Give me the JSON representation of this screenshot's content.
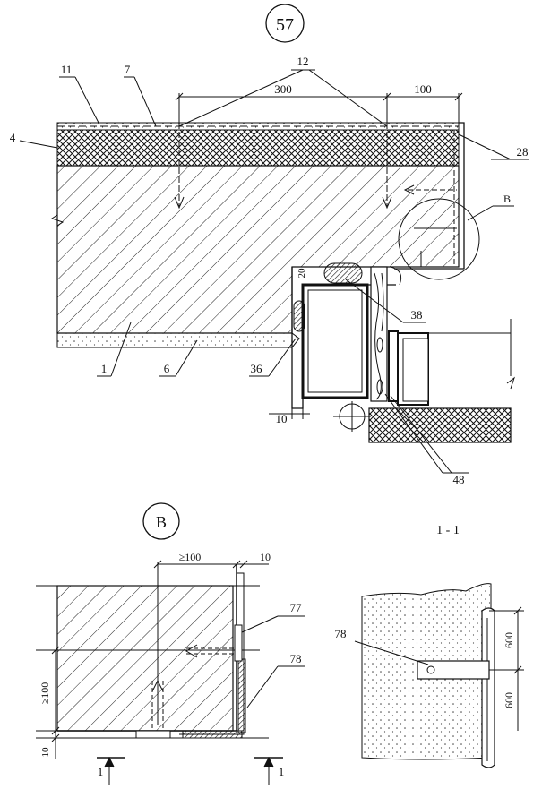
{
  "sheet_number": "57",
  "top_section": {
    "dimensions": {
      "spacing": "300",
      "edge": "100",
      "gap_20": "20",
      "gap_10": "10"
    },
    "callouts": [
      "11",
      "7",
      "12",
      "4",
      "28",
      "B",
      "38",
      "36",
      "1",
      "6",
      "48"
    ]
  },
  "detail": {
    "label": "B",
    "dimensions": {
      "min_100_h": "≥100",
      "ten_h": "10",
      "min_100_v": "≥100",
      "ten_v": "10"
    },
    "callouts": [
      "77",
      "78"
    ],
    "section_marks": [
      "1",
      "1"
    ]
  },
  "section": {
    "title": "1 - 1",
    "callout": "78",
    "dimensions": [
      "600",
      "600"
    ]
  }
}
